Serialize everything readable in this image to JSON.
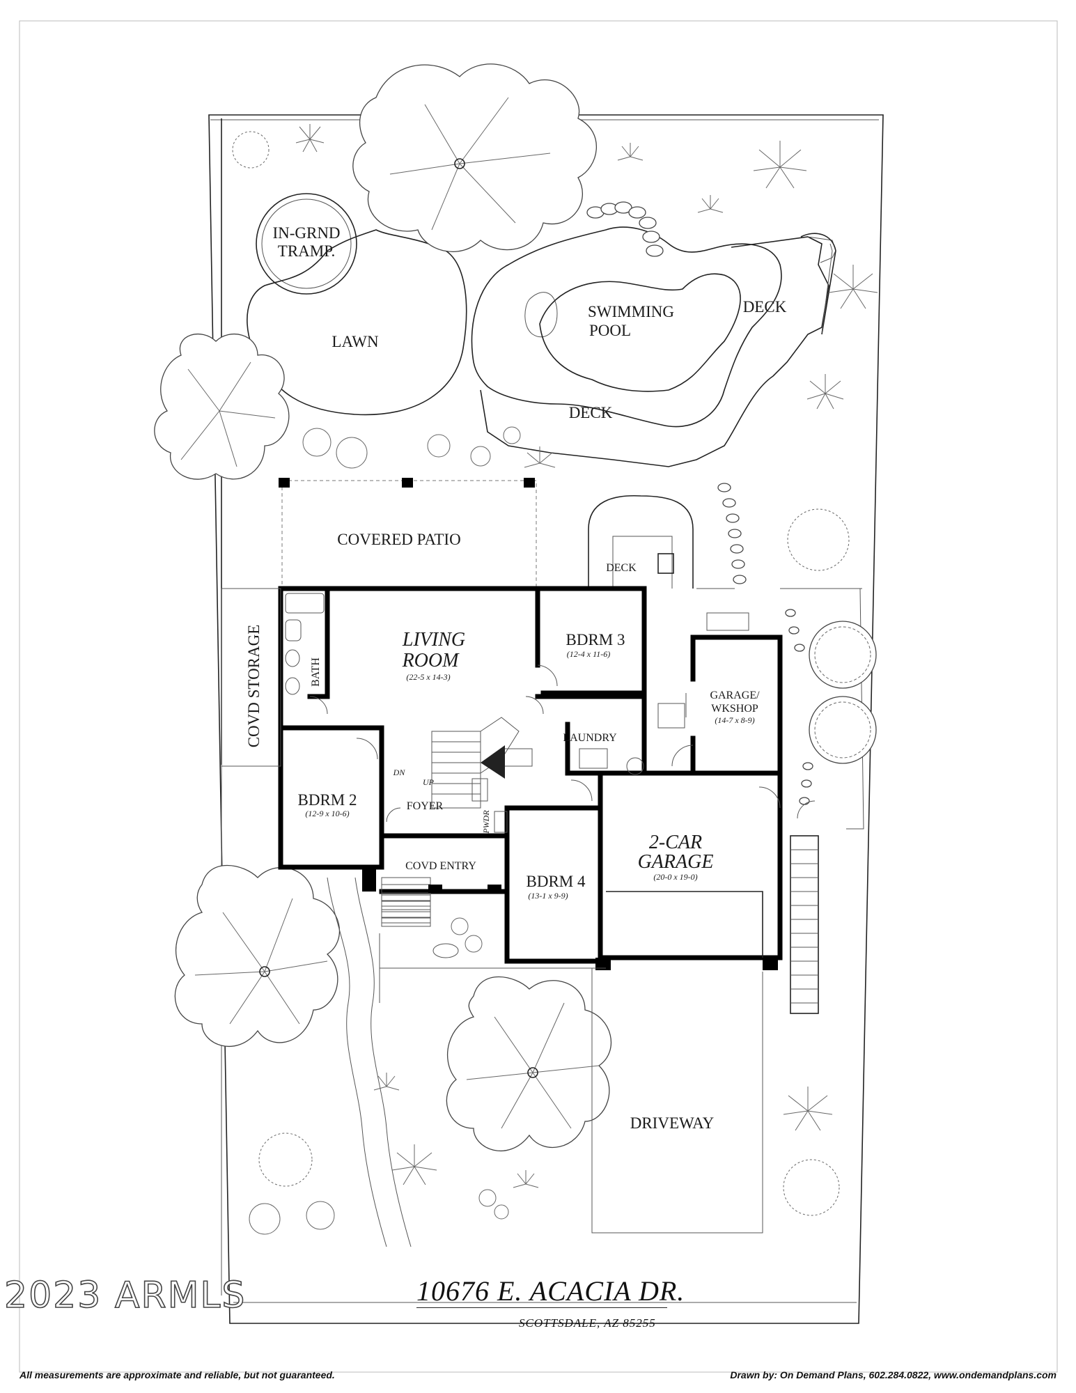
{
  "rooms": {
    "living_room": {
      "line1": "LIVING",
      "line2": "ROOM",
      "dim": "(22-5 x 14-3)"
    },
    "bdrm3": {
      "label": "BDRM 3",
      "dim": "(12-4 x 11-6)"
    },
    "bdrm2": {
      "label": "BDRM 2",
      "dim": "(12-9 x 10-6)"
    },
    "bdrm4": {
      "label": "BDRM 4",
      "dim": "(13-1 x 9-9)"
    },
    "garage_wkshop": {
      "line1": "GARAGE/",
      "line2": "WKSHOP",
      "dim": "(14-7 x 8-9)"
    },
    "two_car_garage": {
      "line1": "2-CAR",
      "line2": "GARAGE",
      "dim": "(20-0 x 19-0)"
    },
    "bath": "BATH",
    "laundry": "LAUNDRY",
    "foyer": "FOYER",
    "pwdr": "PWDR",
    "covd_entry": "COVD ENTRY",
    "covd_storage": "COVD STORAGE",
    "dn": "DN",
    "up": "UP"
  },
  "site": {
    "in_grnd_tramp_1": "IN-GRND",
    "in_grnd_tramp_2": "TRAMP.",
    "lawn": "LAWN",
    "swimming_pool_1": "SWIMMING",
    "swimming_pool_2": "POOL",
    "deck_right": "DECK",
    "deck_center": "DECK",
    "deck_small": "DECK",
    "covered_patio": "COVERED PATIO",
    "driveway": "DRIVEWAY"
  },
  "title_block": {
    "watermark": "2023 ARMLS",
    "address": "10676 E. ACACIA DR.",
    "city": "SCOTTSDALE, AZ 85255",
    "disclaimer": "All measurements are approximate and reliable, but not guaranteed.",
    "credits": "Drawn by:  On Demand Plans, 602.284.0822, www.ondemandplans.com"
  }
}
